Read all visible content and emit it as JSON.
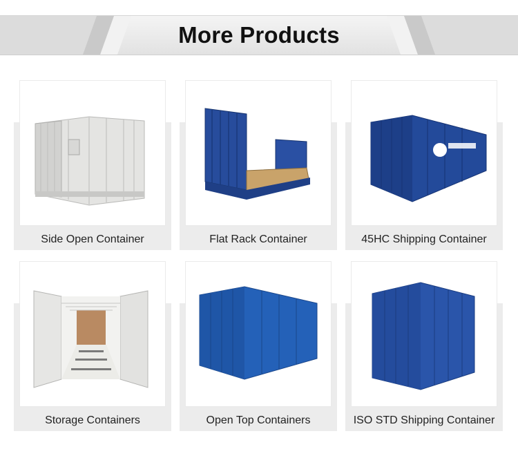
{
  "header": {
    "title": "More Products"
  },
  "products": [
    {
      "label": "Side Open Container",
      "icon": "side-open-container-image"
    },
    {
      "label": "Flat Rack Container",
      "icon": "flat-rack-container-image"
    },
    {
      "label": "45HC Shipping Container",
      "icon": "45hc-container-image"
    },
    {
      "label": "Storage Containers",
      "icon": "storage-container-image"
    },
    {
      "label": "Open Top Containers",
      "icon": "open-top-container-image"
    },
    {
      "label": "ISO STD Shipping Container",
      "icon": "iso-std-container-image"
    }
  ],
  "colors": {
    "container_blue": "#1f4a9e",
    "container_white": "#e6e6e4",
    "banner": "#e8e8e8"
  }
}
